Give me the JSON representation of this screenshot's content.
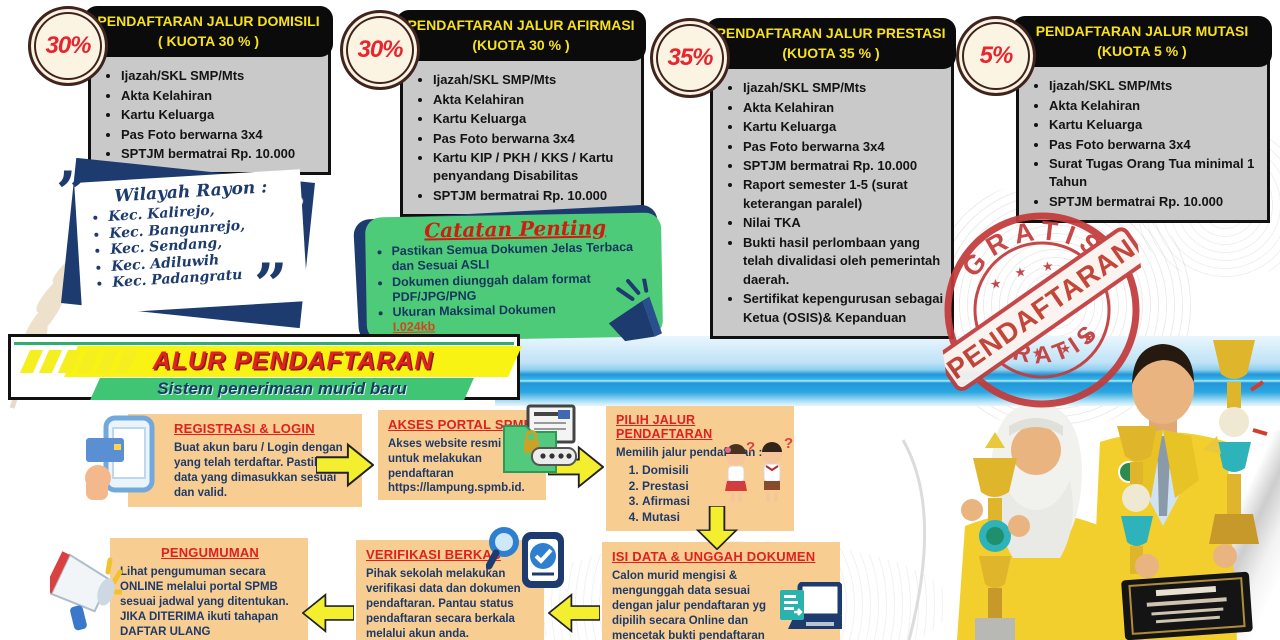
{
  "pathways": [
    {
      "badge": "30%",
      "title": "PENDAFTARAN JALUR DOMISILI",
      "quota": "( KUOTA 30 % )",
      "items": [
        "Ijazah/SKL SMP/Mts",
        "Akta Kelahiran",
        "Kartu Keluarga",
        "Pas Foto berwarna 3x4",
        "SPTJM bermatrai Rp. 10.000"
      ]
    },
    {
      "badge": "30%",
      "title": "PENDAFTARAN JALUR AFIRMASI",
      "quota": "(KUOTA 30 % )",
      "items": [
        "Ijazah/SKL SMP/Mts",
        "Akta Kelahiran",
        "Kartu Keluarga",
        "Pas Foto berwarna 3x4",
        "Kartu KIP / PKH / KKS / Kartu penyandang Disabilitas",
        "SPTJM bermatrai Rp. 10.000"
      ]
    },
    {
      "badge": "35%",
      "title": "PENDAFTARAN JALUR PRESTASI",
      "quota": "(KUOTA 35 % )",
      "items": [
        "Ijazah/SKL SMP/Mts",
        "Akta Kelahiran",
        "Kartu Keluarga",
        "Pas Foto berwarna 3x4",
        "SPTJM bermatrai Rp. 10.000",
        "Raport semester 1-5 (surat keterangan paralel)",
        "Nilai TKA",
        "Bukti hasil perlombaan yang telah divalidasi oleh pemerintah daerah.",
        "Sertifikat kepengurusan sebagai Ketua (OSIS)& Kepanduan"
      ]
    },
    {
      "badge": "5%",
      "title": "PENDAFTARAN JALUR MUTASI",
      "quota": "(KUOTA 5 % )",
      "items": [
        "Ijazah/SKL SMP/Mts",
        "Akta Kelahiran",
        "Kartu Keluarga",
        "Pas Foto berwarna 3x4",
        "Surat Tugas Orang Tua minimal 1 Tahun",
        "SPTJM bermatrai Rp. 10.000"
      ]
    }
  ],
  "rayon": {
    "title": "Wilayah Rayon :",
    "items": [
      "Kec. Kalirejo,",
      "Kec. Bangunrejo,",
      "Kec. Sendang,",
      "Kec. Adiluwih",
      "Kec. Padangratu"
    ]
  },
  "notes": {
    "title": "Catatan Penting",
    "item1": "Pastikan Semua Dokumen Jelas Terbaca dan Sesuai ASLI",
    "item2": "Dokumen diunggah dalam format PDF/JPG/PNG",
    "item3": "Ukuran Maksimal Dokumen",
    "item3_highlight": "I.024kb"
  },
  "stamp": {
    "arc_top": "GRATIS",
    "banner": "PENDAFTARAN",
    "arc_bottom": "GRATIS"
  },
  "banner": {
    "title": "ALUR PENDAFTARAN",
    "subtitle": "Sistem penerimaan murid baru"
  },
  "steps": [
    {
      "title": "REGISTRASI & LOGIN",
      "body": "Buat akun baru / Login dengan yang telah terdaftar. Pastikan data yang dimasukkan sesuai dan valid."
    },
    {
      "title": "AKSES PORTAL SPMB",
      "body": "Akses website resmi SPMB untuk melakukan pendaftaran",
      "link": "https://lampung.spmb.id."
    },
    {
      "title": "PILIH JALUR PENDAFTARAN",
      "body": "Memilih jalur pendaftaran :",
      "options": [
        "Domisili",
        "Prestasi",
        "Afirmasi",
        "Mutasi"
      ]
    },
    {
      "title": "ISI DATA & UNGGAH DOKUMEN",
      "body": "Calon murid mengisi & mengunggah data sesuai dengan jalur pendaftaran yg dipilih secara Online dan mencetak bukti pendaftaran Online"
    },
    {
      "title": "VERIFIKASI BERKAS",
      "body": "Pihak sekolah melakukan verifikasi data dan dokumen pendaftaran. Pantau status pendaftaran secara berkala melalui akun anda."
    },
    {
      "title": "PENGUMUMAN",
      "body": "Lihat pengumuman secara ONLINE melalui portal SPMB sesuai jadwal yang ditentukan. JIKA DITERIMA ikuti tahapan DAFTAR ULANG"
    }
  ],
  "colors": {
    "navy": "#1d3b6e",
    "red": "#e02020",
    "header_yellow": "#f7e11c",
    "green_card": "#4ecb78",
    "peach_card": "#f8cd92",
    "arrow_yellow": "#f3ee2e",
    "stamp_red": "#c23b3b",
    "uniform_yellow": "#f2cf2d"
  }
}
